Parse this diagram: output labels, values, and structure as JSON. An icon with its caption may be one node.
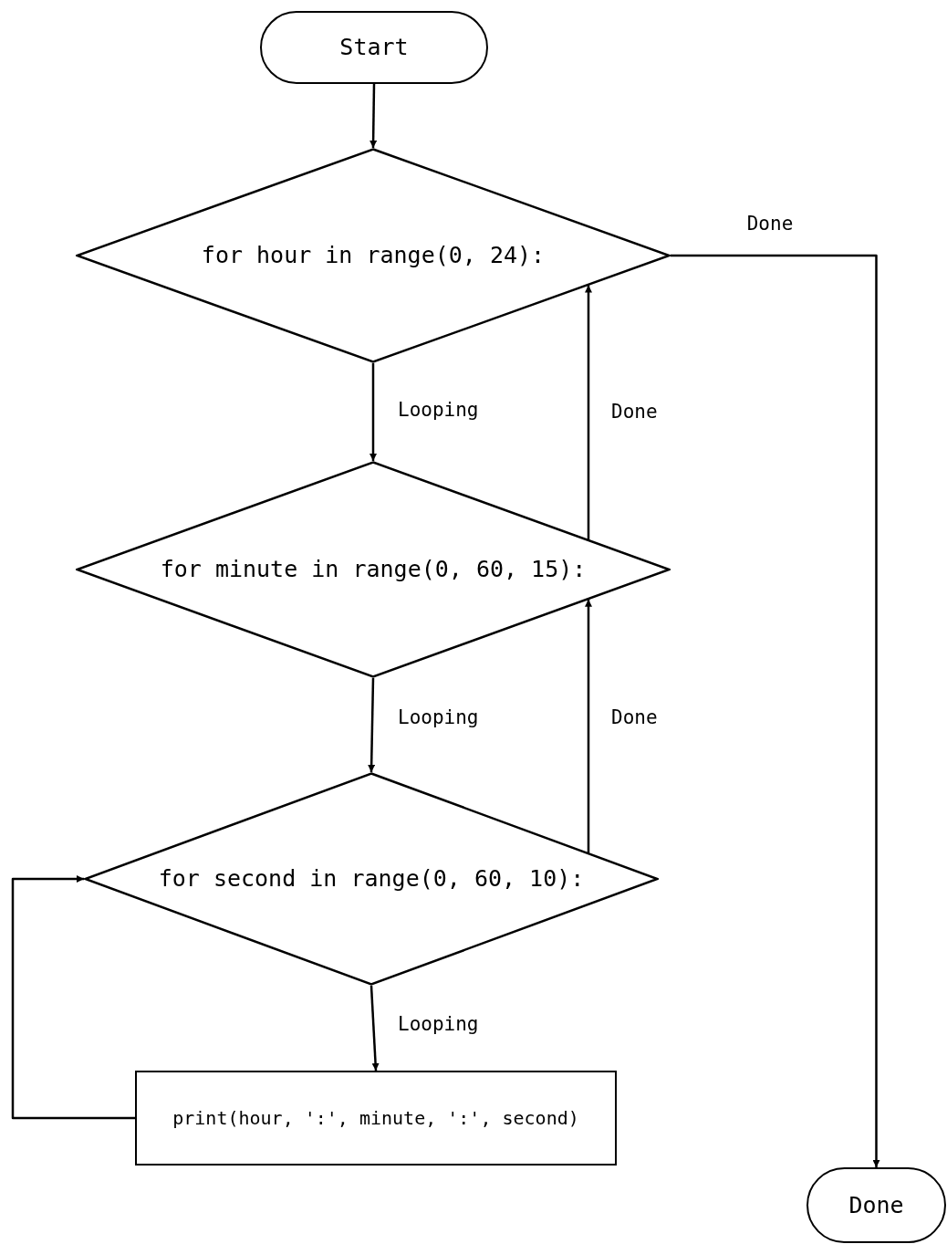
{
  "diagram": {
    "nodes": [
      {
        "text": [
          "Start"
        ]
      },
      {
        "text": [
          "for hour in range(0, 24):"
        ]
      },
      {
        "text": [
          "for minute in range(0, 60, 15):"
        ]
      },
      {
        "text": [
          "for second in range(0, 60, 10):"
        ]
      },
      {
        "text": [
          "print(hour, ':', minute, ':', second)"
        ]
      },
      {
        "text": [
          "Done"
        ]
      }
    ],
    "edges": [
      {
        "from": 0,
        "to": 1,
        "arrow": "to"
      },
      {
        "from": 1,
        "to": 5,
        "arrow": "to",
        "label": "Done"
      },
      {
        "from": 1,
        "to": 2,
        "arrow": "to",
        "label": "Looping"
      },
      {
        "from": 2,
        "to": 1,
        "arrow": "to",
        "label": "Done"
      },
      {
        "from": 2,
        "to": 3,
        "arrow": "to",
        "label": "Looping"
      },
      {
        "from": 3,
        "to": 2,
        "arrow": "to",
        "label": "Done"
      },
      {
        "from": 3,
        "to": 4,
        "arrow": "to",
        "label": "Looping"
      },
      {
        "from": 4,
        "to": 3,
        "arrow": "to"
      }
    ]
  }
}
